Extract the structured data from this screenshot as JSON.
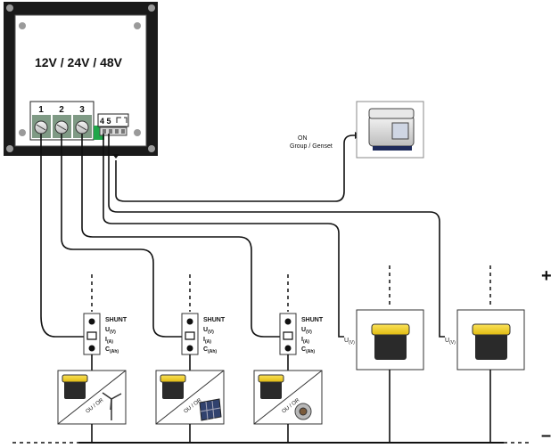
{
  "monitor": {
    "voltage_label": "12V / 24V / 48V",
    "terminals": [
      "1",
      "2",
      "3"
    ],
    "aux_label": "4 5"
  },
  "genset": {
    "line1": "ON",
    "line2": "Group / Genset"
  },
  "shunt": {
    "title": "SHUNT",
    "voltage_label": "U",
    "voltage_sub": "(V)",
    "current_label": "I",
    "current_sub": "(A)",
    "capacity_label": "C",
    "capacity_sub": "(Ah)"
  },
  "source_label": "OU / OR",
  "voltage_probe": {
    "label": "U",
    "sub": "(V)"
  },
  "polarity": {
    "plus": "+",
    "minus": "–"
  },
  "colors": {
    "panel": "#1a1a1a",
    "screen": "#ffffff",
    "battery_top": "#f2d21a",
    "battery_body": "#2a2a2a",
    "connector_green": "#1fa64a"
  }
}
